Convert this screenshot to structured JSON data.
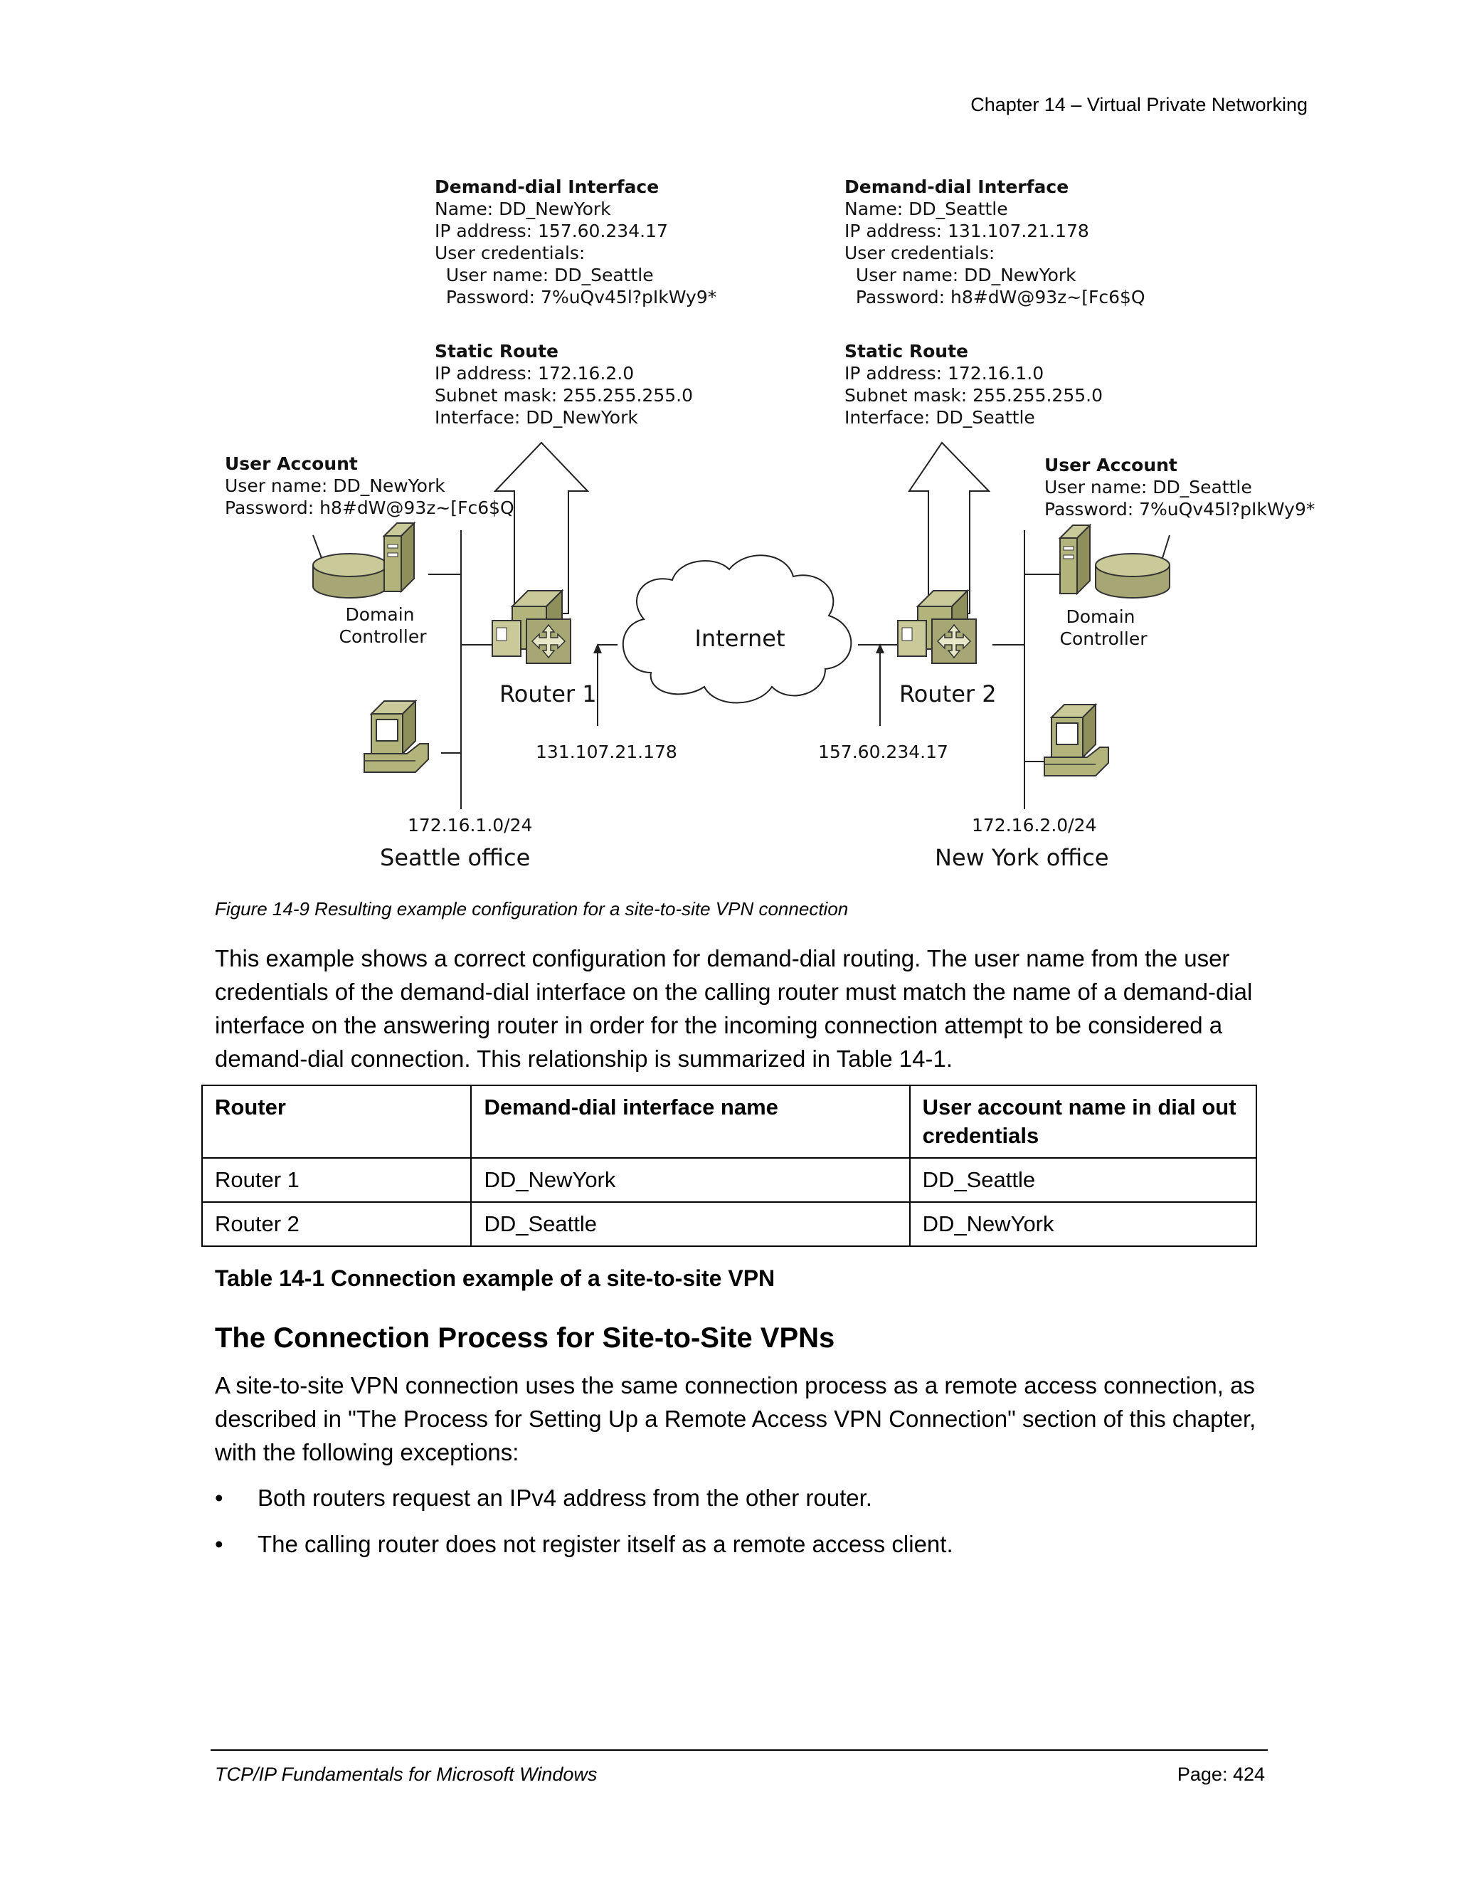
{
  "running_head": "Chapter 14 – Virtual Private Networking",
  "diagram": {
    "left_dd": {
      "title": "Demand-dial Interface",
      "lines": [
        "Name: DD_NewYork",
        "IP address: 157.60.234.17",
        "User credentials:",
        "  User name: DD_Seattle",
        "  Password: 7%uQv45l?pIkWy9*"
      ]
    },
    "right_dd": {
      "title": "Demand-dial Interface",
      "lines": [
        "Name: DD_Seattle",
        "IP address: 131.107.21.178",
        "User credentials:",
        "  User name: DD_NewYork",
        "  Password: h8#dW@93z~[Fc6$Q"
      ]
    },
    "left_route": {
      "title": "Static Route",
      "lines": [
        "IP address: 172.16.2.0",
        "Subnet mask: 255.255.255.0",
        "Interface: DD_NewYork"
      ]
    },
    "right_route": {
      "title": "Static Route",
      "lines": [
        "IP address: 172.16.1.0",
        "Subnet mask: 255.255.255.0",
        "Interface: DD_Seattle"
      ]
    },
    "left_account": {
      "title": "User Account",
      "lines": [
        "User name: DD_NewYork",
        "Password: h8#dW@93z~[Fc6$Q"
      ]
    },
    "right_account": {
      "title": "User Account",
      "lines": [
        "User name: DD_Seattle",
        "Password: 7%uQv45l?pIkWy9*"
      ]
    },
    "dc_left": [
      "Domain",
      "Controller"
    ],
    "dc_right": [
      "Domain",
      "Controller"
    ],
    "internet": "Internet",
    "router1": "Router 1",
    "router2": "Router 2",
    "ip_router1": "131.107.21.178",
    "ip_router2": "157.60.234.17",
    "subnet_left": "172.16.1.0/24",
    "subnet_right": "172.16.2.0/24",
    "office_left": "Seattle office",
    "office_right": "New York office"
  },
  "figure_caption": "Figure 14-9  Resulting example configuration for a site-to-site VPN connection",
  "paragraph1": "This example shows a correct configuration for demand-dial routing. The user name from the user credentials of the demand-dial interface on the calling router must match the name of a demand-dial interface on the answering router in order for the incoming connection attempt to be considered a demand-dial connection. This relationship is summarized in Table 14-1.",
  "table": {
    "headers": [
      "Router",
      "Demand-dial interface name",
      "User account name in dial out credentials"
    ],
    "rows": [
      [
        "Router 1",
        "DD_NewYork",
        "DD_Seattle"
      ],
      [
        "Router 2",
        "DD_Seattle",
        "DD_NewYork"
      ]
    ]
  },
  "table_caption": "Table 14-1  Connection example of a site-to-site VPN",
  "section_heading": "The Connection Process for Site-to-Site VPNs",
  "paragraph2": "A site-to-site VPN connection uses the same connection process as a remote access connection, as described in \"The Process for Setting Up a Remote Access VPN Connection\" section of this chapter, with the following exceptions:",
  "bullets": [
    "Both routers request an IPv4 address from the other router.",
    "The calling router does not register itself as a remote access client."
  ],
  "bullet_symbol": "•",
  "footer": {
    "left": "TCP/IP Fundamentals for Microsoft Windows",
    "right": "Page: 424"
  }
}
